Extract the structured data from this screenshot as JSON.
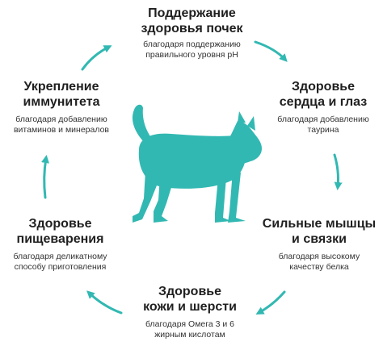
{
  "colors": {
    "accent": "#32b8b2",
    "title": "#1f1f1f",
    "subtitle": "#333333"
  },
  "center_icon": "cat-silhouette-icon",
  "benefits": [
    {
      "title_lines": [
        "Поддержание",
        "здоровья почек"
      ],
      "subtitle_lines": [
        "благодаря поддержанию",
        "правильного уровня pH"
      ]
    },
    {
      "title_lines": [
        "Здоровье",
        "сердца и глаз"
      ],
      "subtitle_lines": [
        "благодаря добавлению",
        "таурина"
      ]
    },
    {
      "title_lines": [
        "Сильные мышцы",
        "и связки"
      ],
      "subtitle_lines": [
        "благодаря высокому",
        "качеству белка"
      ]
    },
    {
      "title_lines": [
        "Здоровье",
        "кожи и шерсти"
      ],
      "subtitle_lines": [
        "благодаря Омега 3 и 6",
        "жирным кислотам"
      ]
    },
    {
      "title_lines": [
        "Здоровье",
        "пищеварения"
      ],
      "subtitle_lines": [
        "благодаря деликатному",
        "способу приготовления"
      ]
    },
    {
      "title_lines": [
        "Укрепление",
        "иммунитета"
      ],
      "subtitle_lines": [
        "благодаря добавлению",
        "витаминов и минералов"
      ]
    }
  ]
}
